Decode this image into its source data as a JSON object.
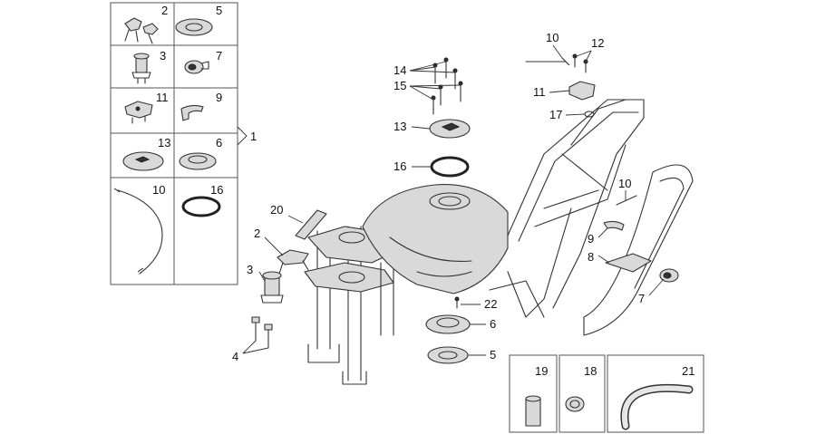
{
  "kit": {
    "group_number": "1",
    "cells": [
      {
        "id": "key-set",
        "number": "2"
      },
      {
        "id": "gasket",
        "number": "5"
      },
      {
        "id": "ignition-lock",
        "number": "3"
      },
      {
        "id": "lock-barrel",
        "number": "7"
      },
      {
        "id": "seat-lock",
        "number": "11"
      },
      {
        "id": "bracket",
        "number": "9"
      },
      {
        "id": "tank-cap",
        "number": "13"
      },
      {
        "id": "ring-nut",
        "number": "6"
      },
      {
        "id": "cable",
        "number": "10"
      },
      {
        "id": "o-ring",
        "number": "16"
      }
    ]
  },
  "callouts": [
    {
      "id": "cable-top",
      "number": "10"
    },
    {
      "id": "screw-top",
      "number": "12"
    },
    {
      "id": "screws-14",
      "number": "14"
    },
    {
      "id": "screws-15",
      "number": "15"
    },
    {
      "id": "seat-lock-main",
      "number": "11"
    },
    {
      "id": "washer",
      "number": "17"
    },
    {
      "id": "tank-cap-main",
      "number": "13"
    },
    {
      "id": "o-ring-main",
      "number": "16"
    },
    {
      "id": "cable-right",
      "number": "10"
    },
    {
      "id": "label",
      "number": "20"
    },
    {
      "id": "key-main",
      "number": "2"
    },
    {
      "id": "bracket-main",
      "number": "9"
    },
    {
      "id": "ignition-main",
      "number": "3"
    },
    {
      "id": "panel",
      "number": "8"
    },
    {
      "id": "screw-22",
      "number": "22"
    },
    {
      "id": "lock-main",
      "number": "7"
    },
    {
      "id": "ring-nut-main",
      "number": "6"
    },
    {
      "id": "bolts-4",
      "number": "4"
    },
    {
      "id": "gasket-main",
      "number": "5"
    }
  ],
  "accessories": [
    {
      "id": "spacer",
      "number": "19"
    },
    {
      "id": "clamp",
      "number": "18"
    },
    {
      "id": "hose",
      "number": "21"
    }
  ]
}
